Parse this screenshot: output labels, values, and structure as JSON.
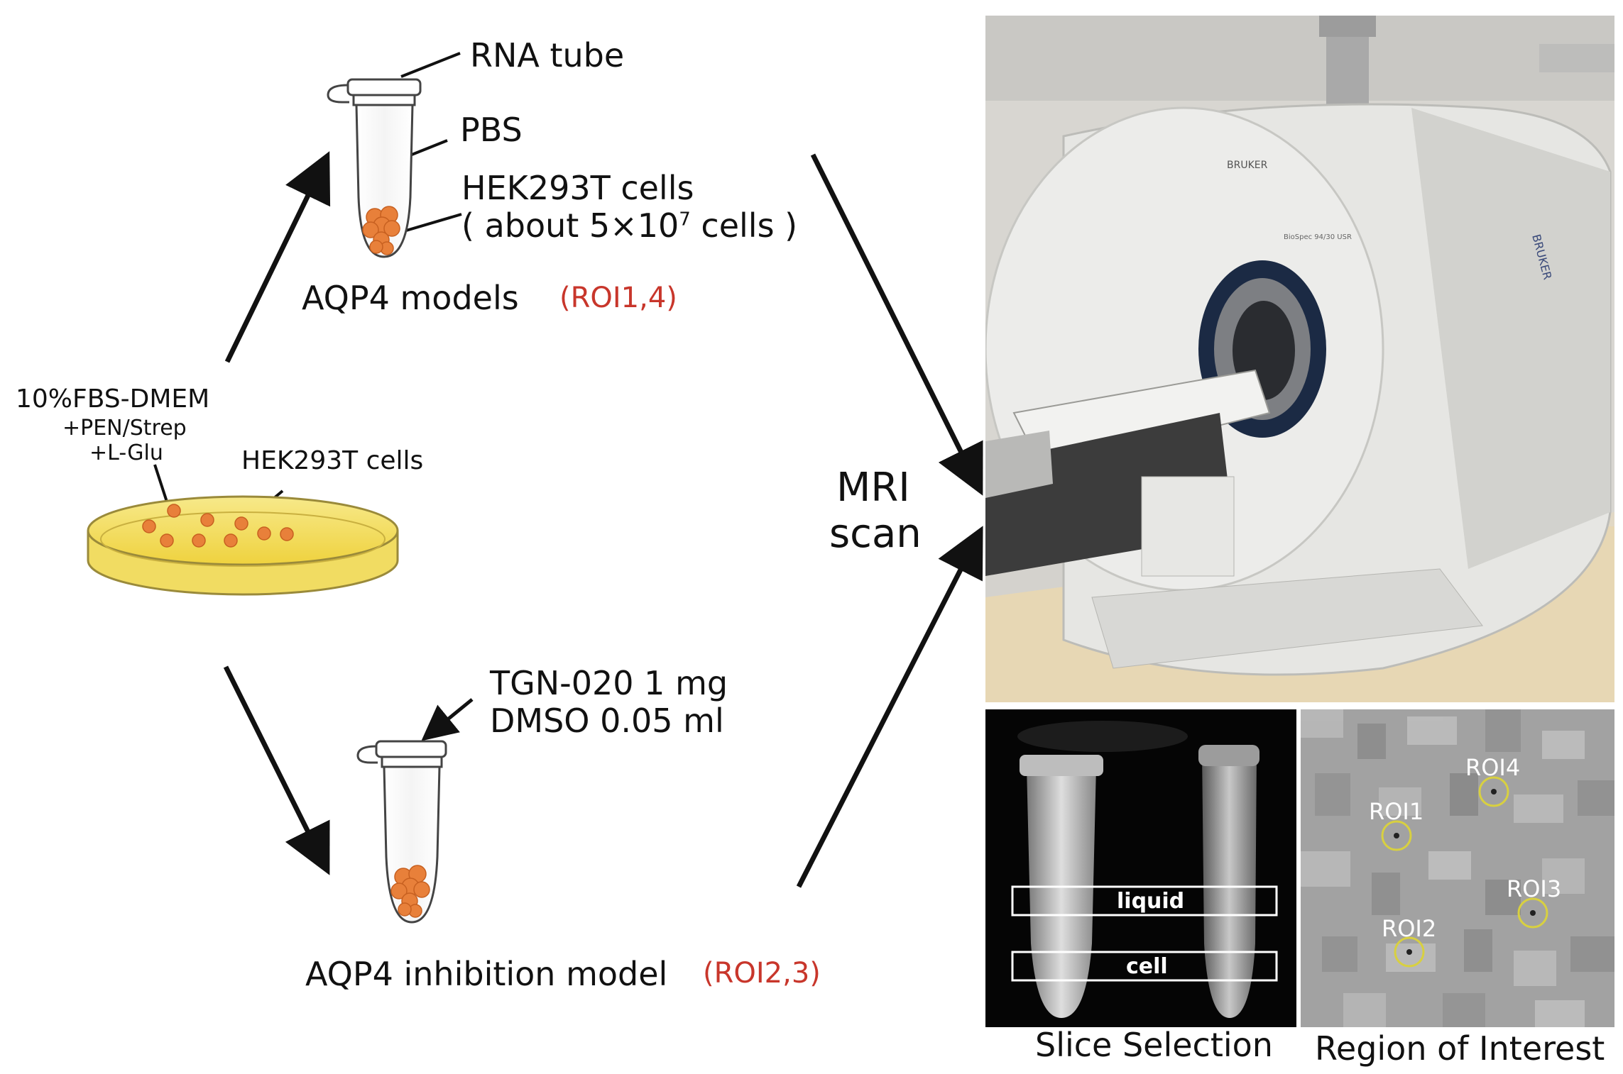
{
  "top_tube": {
    "tube_label": "RNA tube",
    "liquid_label": "PBS",
    "cells_label": "HEK293T cells",
    "cells_count_prefix": "( about 5×10",
    "cells_count_exp": "7",
    "cells_count_suffix": " cells )",
    "model_label": "AQP4 models",
    "roi_label": "(ROI1,4)"
  },
  "dish": {
    "medium_label": "10%FBS-DMEM",
    "supplement_1": "+PEN/Strep",
    "supplement_2": "+L-Glu",
    "cells_label": "HEK293T cells"
  },
  "bottom_tube": {
    "drug_line_1": "TGN-020 1 mg",
    "drug_line_2": "DMSO 0.05 ml",
    "model_label": "AQP4 inhibition model",
    "roi_label": "(ROI2,3)"
  },
  "center": {
    "line_1": "MRI",
    "line_2": "scan"
  },
  "scanner_photo": {
    "brand_text": "BRUKER",
    "model_text": "BioSpec 94/30 USR"
  },
  "slice_panel": {
    "caption": "Slice Selection",
    "box_1": "liquid",
    "box_2": "cell"
  },
  "roi_panel": {
    "caption": "Region of Interest",
    "rois": [
      {
        "label": "ROI1"
      },
      {
        "label": "ROI2"
      },
      {
        "label": "ROI3"
      },
      {
        "label": "ROI4"
      }
    ]
  },
  "colors": {
    "cell_orange": "#e8803a",
    "medium_yellow": "#f5e06a",
    "roi_red": "#c8362b",
    "roi_circle": "#d8d040",
    "scanner_white": "#e4e4e2",
    "bore_blue": "#1b2a44"
  }
}
